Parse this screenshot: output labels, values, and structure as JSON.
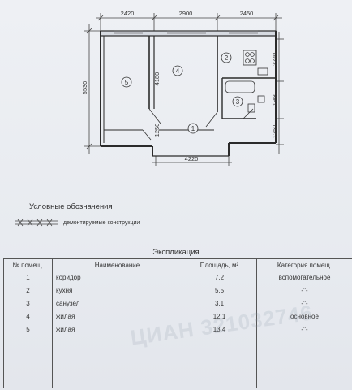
{
  "plan": {
    "dimensions_top": [
      "2420",
      "2900",
      "2450"
    ],
    "dimensions_left": [
      "5530"
    ],
    "dimensions_inner": [
      "4180",
      "1250",
      "2240",
      "1960",
      "1250"
    ],
    "dimension_bottom": "4220",
    "room_numbers": [
      "1",
      "2",
      "3",
      "4",
      "5"
    ]
  },
  "legend": {
    "title": "Условные обозначения",
    "item_label": "демонтируемые конструкции"
  },
  "explication": {
    "title": "Экспликация",
    "columns": [
      "№ помещ.",
      "Наименование",
      "Площадь, м²",
      "Категория помещ."
    ],
    "rows": [
      {
        "num": "1",
        "name": "коридор",
        "area": "7,2",
        "category": "вспомогательное"
      },
      {
        "num": "2",
        "name": "кухня",
        "area": "5,5",
        "category": "-\"-"
      },
      {
        "num": "3",
        "name": "санузел",
        "area": "3,1",
        "category": "-\"-"
      },
      {
        "num": "4",
        "name": "жилая",
        "area": "12,1",
        "category": "основное"
      },
      {
        "num": "5",
        "name": "жилая",
        "area": "13,4",
        "category": "-\"-"
      }
    ]
  },
  "watermark_text": "ЦИАН 321032746",
  "colors": {
    "line": "#333333",
    "wall": "#2b2b2b",
    "background": "#e9ecf1"
  }
}
